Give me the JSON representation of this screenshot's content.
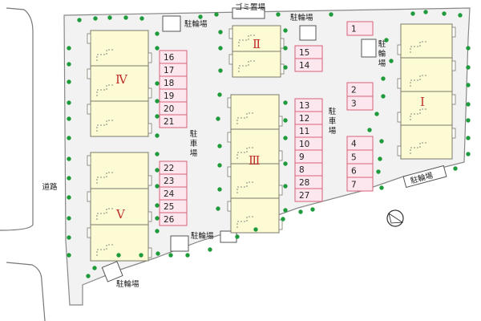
{
  "labels": {
    "road": "道路",
    "garbage": "ゴミ置場",
    "bike_top_left": "駐輪場",
    "bike_top_center": "駐輪場",
    "bike_right_vertical": "駐輪場",
    "bike_right_tilted": "駐輪場",
    "bike_bottom_center": "駐輪場",
    "bike_bottom_left": "駐輪場",
    "parking_left": "駐車場",
    "parking_right": "駐車場"
  },
  "buildings": {
    "I": "Ⅰ",
    "II": "Ⅱ",
    "III": "Ⅲ",
    "IV": "Ⅳ",
    "V": "Ⅴ"
  },
  "parking": {
    "top": [
      "1"
    ],
    "center_top": [
      "15",
      "14"
    ],
    "left_upper": [
      "16",
      "17",
      "18",
      "19",
      "20",
      "21"
    ],
    "left_lower": [
      "22",
      "23",
      "24",
      "25",
      "26"
    ],
    "center": [
      "13",
      "12",
      "11",
      "10",
      "9",
      "8",
      "28",
      "27"
    ],
    "right_upper": [
      "2",
      "3"
    ],
    "right_lower": [
      "4",
      "5",
      "6",
      "7"
    ]
  },
  "colors": {
    "site": "#f2f2f2",
    "site_edge": "#888888",
    "building": "#fdfbd4",
    "building_edge": "#7a7a6a",
    "space_fill": "#fde7ee",
    "space_edge": "#d8607a",
    "tree": "#1f9a3c",
    "roman": "#c0312d"
  }
}
